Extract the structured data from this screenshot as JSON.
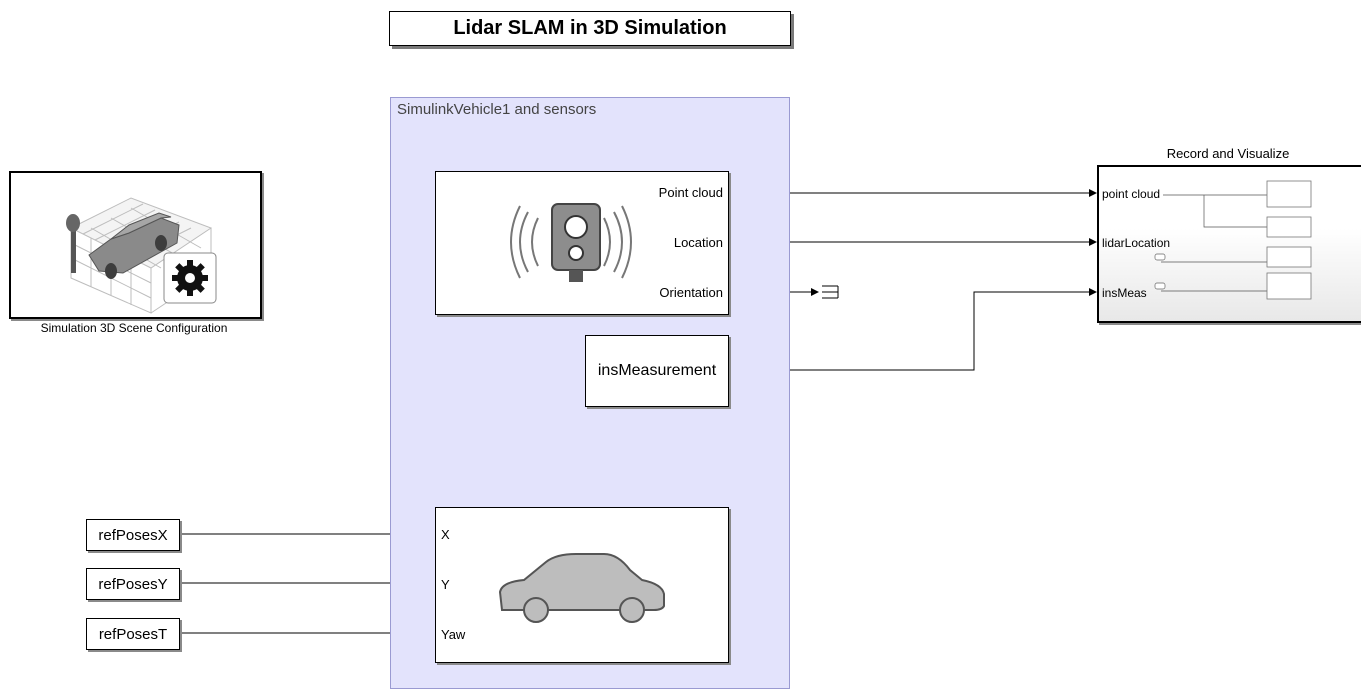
{
  "title": "Lidar SLAM in 3D Simulation",
  "subsystem_area": {
    "label": "SimulinkVehicle1 and sensors"
  },
  "scene_config": {
    "caption": "Simulation 3D Scene Configuration",
    "icon": "scene-config-icon"
  },
  "lidar": {
    "icon": "lidar-sensor-icon",
    "outputs": [
      "Point cloud",
      "Location",
      "Orientation"
    ]
  },
  "ins": {
    "label": "insMeasurement"
  },
  "vehicle": {
    "icon": "car-icon",
    "inputs": [
      "X",
      "Y",
      "Yaw"
    ]
  },
  "ref_blocks": [
    "refPosesX",
    "refPosesY",
    "refPosesT"
  ],
  "record_visualize": {
    "title": "Record and Visualize",
    "inputs": [
      "point cloud",
      "lidarLocation",
      "insMeas"
    ]
  },
  "colors": {
    "area_fill": "#e3e3fc",
    "line": "#000000"
  }
}
